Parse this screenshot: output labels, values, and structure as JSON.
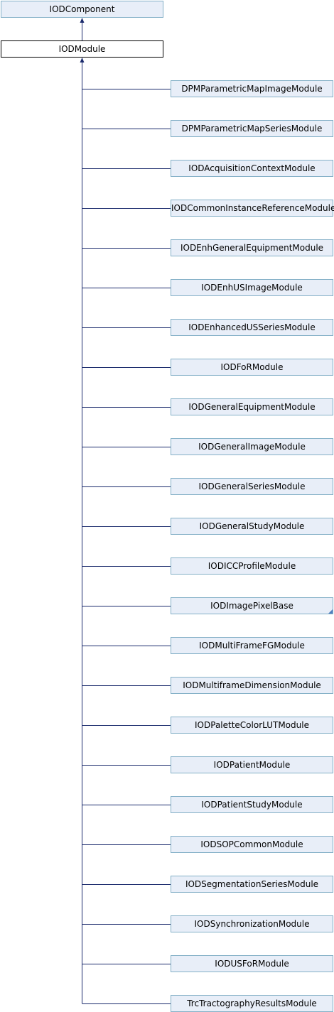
{
  "diagram": {
    "base": "IODComponent",
    "current": "IODModule",
    "children": [
      "DPMParametricMapImageModule",
      "DPMParametricMapSeriesModule",
      "IODAcquisitionContextModule",
      "IODCommonInstanceReferenceModule",
      "IODEnhGeneralEquipmentModule",
      "IODEnhUSImageModule",
      "IODEnhancedUSSeriesModule",
      "IODFoRModule",
      "IODGeneralEquipmentModule",
      "IODGeneralImageModule",
      "IODGeneralSeriesModule",
      "IODGeneralStudyModule",
      "IODICCProfileModule",
      "IODImagePixelBase",
      "IODMultiFrameFGModule",
      "IODMultiframeDimensionModule",
      "IODPaletteColorLUTModule",
      "IODPatientModule",
      "IODPatientStudyModule",
      "IODSOPCommonModule",
      "IODSegmentationSeriesModule",
      "IODSynchronizationModule",
      "IODUSFoRModule",
      "TrcTractographyResultsModule"
    ],
    "truncated_children": [
      "IODImagePixelBase"
    ],
    "colors": {
      "node_fill": "#e8eef8",
      "node_border": "#84b0c7",
      "edge": "#1a2a6c"
    }
  }
}
